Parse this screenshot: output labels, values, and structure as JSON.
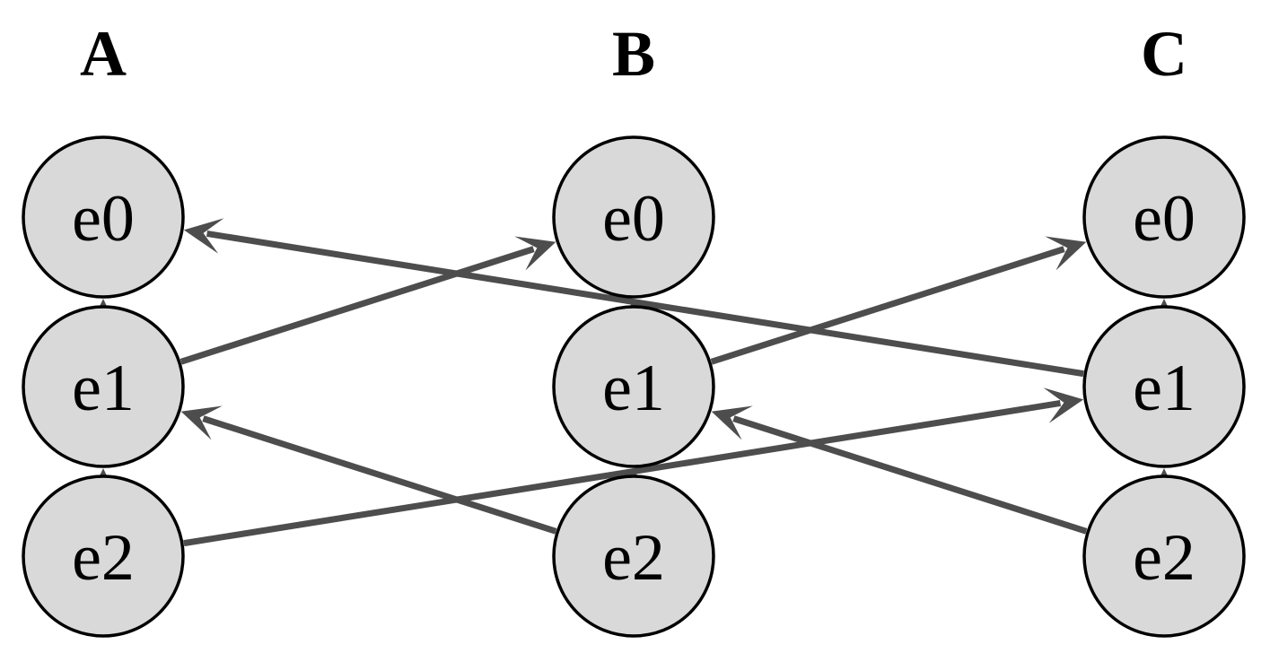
{
  "columns": [
    {
      "id": "A",
      "title": "A",
      "nodes": [
        {
          "id": "A.e0",
          "label": "e0"
        },
        {
          "id": "A.e1",
          "label": "e1"
        },
        {
          "id": "A.e2",
          "label": "e2"
        }
      ]
    },
    {
      "id": "B",
      "title": "B",
      "nodes": [
        {
          "id": "B.e0",
          "label": "e0"
        },
        {
          "id": "B.e1",
          "label": "e1"
        },
        {
          "id": "B.e2",
          "label": "e2"
        }
      ]
    },
    {
      "id": "C",
      "title": "C",
      "nodes": [
        {
          "id": "C.e0",
          "label": "e0"
        },
        {
          "id": "C.e1",
          "label": "e1"
        },
        {
          "id": "C.e2",
          "label": "e2"
        }
      ]
    }
  ],
  "edges": [
    {
      "from": "A.e1",
      "to": "A.e0"
    },
    {
      "from": "A.e2",
      "to": "A.e1"
    },
    {
      "from": "B.e1",
      "to": "B.e0"
    },
    {
      "from": "B.e2",
      "to": "B.e1"
    },
    {
      "from": "C.e1",
      "to": "C.e0"
    },
    {
      "from": "C.e2",
      "to": "C.e1"
    },
    {
      "from": "A.e1",
      "to": "B.e0"
    },
    {
      "from": "B.e2",
      "to": "A.e1"
    },
    {
      "from": "C.e1",
      "to": "A.e0"
    },
    {
      "from": "A.e2",
      "to": "C.e1"
    },
    {
      "from": "B.e1",
      "to": "C.e0"
    },
    {
      "from": "C.e2",
      "to": "B.e1"
    }
  ],
  "colors": {
    "node_fill": "#d9d9d9",
    "node_stroke": "#000000",
    "edge": "#4d4d4d",
    "text": "#000000"
  }
}
